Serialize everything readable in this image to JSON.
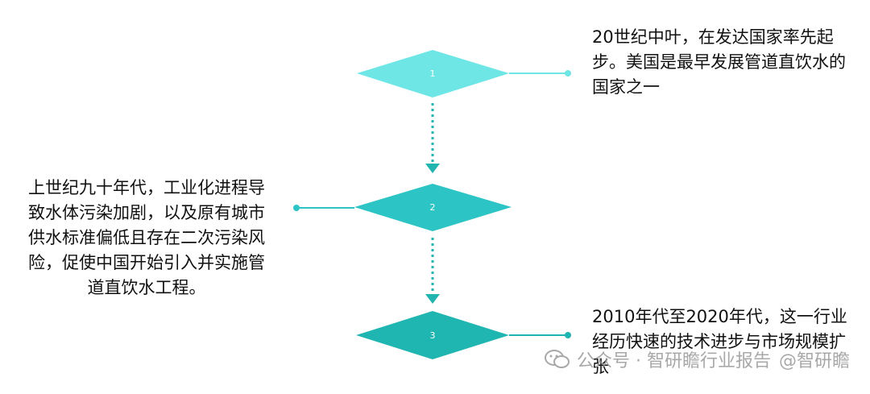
{
  "steps": [
    {
      "label": "1",
      "text": "20世纪中叶，在发达国家率先起步。美国是最早发展管道直饮水的国家之一",
      "color": "#6ee6e6"
    },
    {
      "label": "2",
      "text": "上世纪九十年代，工业化进程导致水体污染加剧，以及原有城市供水标准偏低且存在二次污染风险，促使中国开始引入并实施管道直饮水工程。",
      "color": "#2cc4c4"
    },
    {
      "label": "3",
      "text": "2010年代至2020年代，这一行业经历快速的技术进步与市场规模扩张",
      "color": "#1fb5b0"
    }
  ],
  "watermark": {
    "text": "公众号 · 智研瞻行业报告",
    "handle": "@智研瞻"
  },
  "colors": {
    "arrow": "#22b5b0"
  }
}
